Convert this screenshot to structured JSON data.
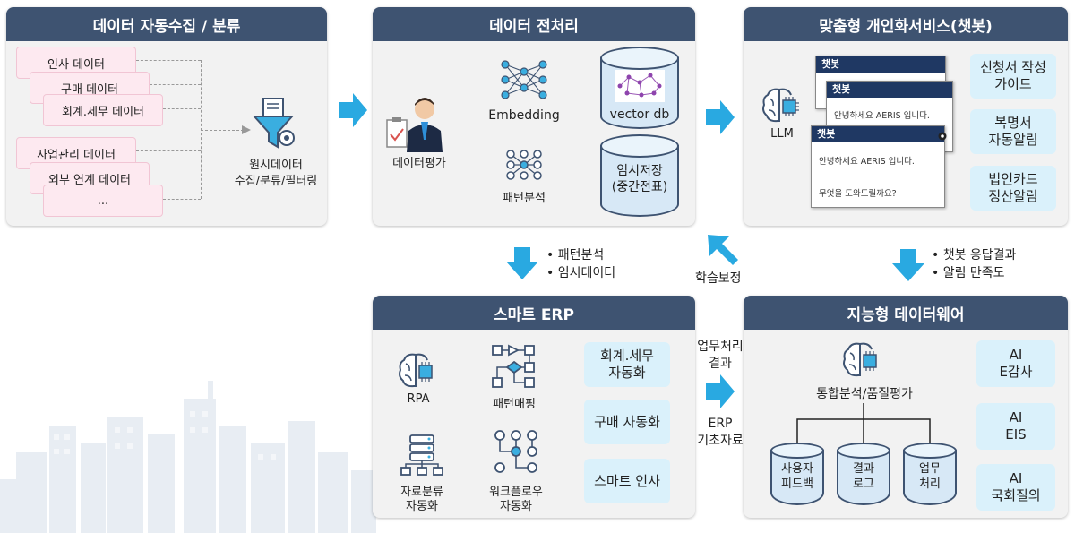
{
  "panel1": {
    "title": "데이터 자동수집 / 분류",
    "sources": [
      "인사 데이터",
      "구매 데이터",
      "회계.세무 데이터",
      "사업관리 데이터",
      "외부 연계 데이터",
      "..."
    ],
    "funnel_label_1": "원시데이터",
    "funnel_label_2": "수집/분류/필터링"
  },
  "panel2": {
    "title": "데이터 전처리",
    "evaluator_label": "데이터평가",
    "embedding_label": "Embedding",
    "pattern_label": "패턴분석",
    "vector_db_label": "vector db",
    "temp_store_1": "임시저장",
    "temp_store_2": "(중간전표)"
  },
  "panel3": {
    "title": "맞춤형 개인화서비스(챗봇)",
    "llm_label": "LLM",
    "chat_title": "챗봇",
    "chat_greeting": "안녕하세요 AERIS 입니다.",
    "chat_question": "무엇을 도와드릴까요?",
    "services": [
      {
        "l1": "신청서 작성",
        "l2": "가이드"
      },
      {
        "l1": "복명서",
        "l2": "자동알림"
      },
      {
        "l1": "법인카드",
        "l2": "정산알림"
      }
    ]
  },
  "panel4": {
    "title": "스마트 ERP",
    "rpa_label": "RPA",
    "pattern_match_label": "패턴매핑",
    "classify_l1": "자료분류",
    "classify_l2": "자동화",
    "workflow_l1": "워크플로우",
    "workflow_l2": "자동화",
    "services": [
      {
        "l1": "회계.세무",
        "l2": "자동화"
      },
      {
        "l1": "구매 자동화",
        "l2": ""
      },
      {
        "l1": "스마트 인사",
        "l2": ""
      }
    ]
  },
  "panel5": {
    "title": "지능형 데이터웨어",
    "analysis_label": "통합분석/품질평가",
    "stores": [
      {
        "l1": "사용자",
        "l2": "피드백"
      },
      {
        "l1": "결과",
        "l2": "로그"
      },
      {
        "l1": "업무",
        "l2": "처리"
      }
    ],
    "services": [
      {
        "l1": "AI",
        "l2": "E감사"
      },
      {
        "l1": "AI",
        "l2": "EIS"
      },
      {
        "l1": "AI",
        "l2": "국회질의"
      }
    ]
  },
  "flows": {
    "down_left_1": "• 패턴분석",
    "down_left_2": "• 임시데이터",
    "up_mid": "학습보정",
    "down_right_1": "• 챗봇 응답결과",
    "down_right_2": "• 알림 만족도",
    "mid_top_1": "업무처리",
    "mid_top_2": "결과",
    "mid_bottom_1": "ERP",
    "mid_bottom_2": "기초자료"
  },
  "colors": {
    "header": "#3e5371",
    "arrow": "#29a9e1",
    "source_card": "#fde9f0",
    "service_box": "#daf1fb"
  }
}
